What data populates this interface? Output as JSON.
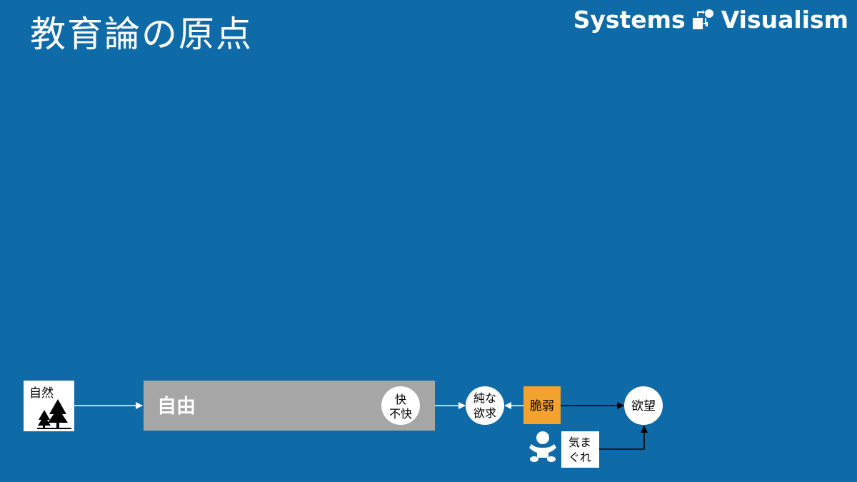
{
  "header": {
    "title": "教育論の原点",
    "brand_left": "Systems",
    "brand_right": "Visualism"
  },
  "diagram": {
    "nature": "自然",
    "freedom": "自由",
    "pleasure_line1": "快",
    "pleasure_line2": "不快",
    "pure_desire_line1": "純な",
    "pure_desire_line2": "欲求",
    "fragile": "脆弱",
    "desire": "欲望",
    "whim_line1": "気ま",
    "whim_line2": "ぐれ"
  },
  "colors": {
    "background": "#0f6aa8",
    "freedom_box": "#a6a6a6",
    "fragile_box": "#f2a22d",
    "white": "#ffffff",
    "black": "#000000"
  },
  "icons": {
    "nature": "trees-icon",
    "child": "baby-icon",
    "brand": "systems-logo-icon"
  }
}
